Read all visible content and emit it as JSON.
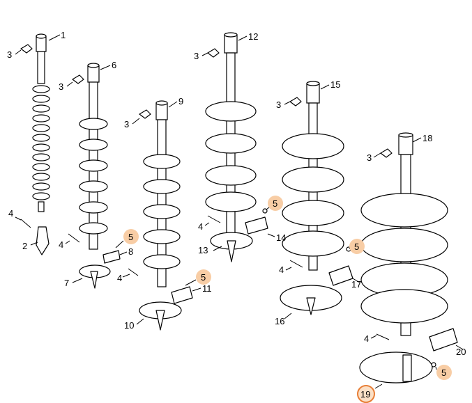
{
  "callouts": [
    "1",
    "2",
    "3",
    "4",
    "5",
    "6",
    "7",
    "8",
    "9",
    "10",
    "11",
    "12",
    "13",
    "14",
    "15",
    "16",
    "17",
    "18",
    "19",
    "20"
  ],
  "highlight_colors": {
    "fill": "#f8cda5",
    "ring": "#e87e36"
  }
}
